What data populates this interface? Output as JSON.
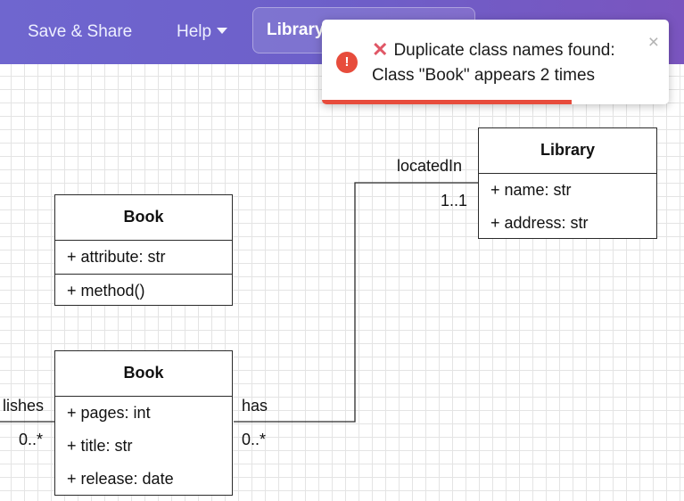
{
  "nav": {
    "save_share": "Save & Share",
    "help": "Help",
    "library_tab": "Library"
  },
  "diagram": {
    "classes": {
      "book1": {
        "name": "Book",
        "attributes": [
          "+ attribute: str"
        ],
        "methods": [
          "+ method()"
        ]
      },
      "book2": {
        "name": "Book",
        "attributes": [
          "+ pages: int",
          "+ title: str",
          "+ release: date"
        ]
      },
      "library": {
        "name": "Library",
        "attributes": [
          "+ name: str",
          "+ address: str"
        ]
      }
    },
    "edges": {
      "located_in": {
        "label": "locatedIn",
        "multiplicity": "1..1"
      },
      "has": {
        "label": "has",
        "multiplicity": "0..*"
      },
      "publishes": {
        "label": "lishes",
        "multiplicity": "0..*"
      }
    }
  },
  "toast": {
    "icon": "!",
    "emoji": "✕",
    "title": "Duplicate class names found:",
    "message": "Class \"Book\" appears 2 times",
    "close": "×",
    "progress_fraction": 0.72,
    "accent": "#e74c3c"
  },
  "colors": {
    "topbar_start": "#6f66cf",
    "topbar_end": "#7a55bf"
  }
}
